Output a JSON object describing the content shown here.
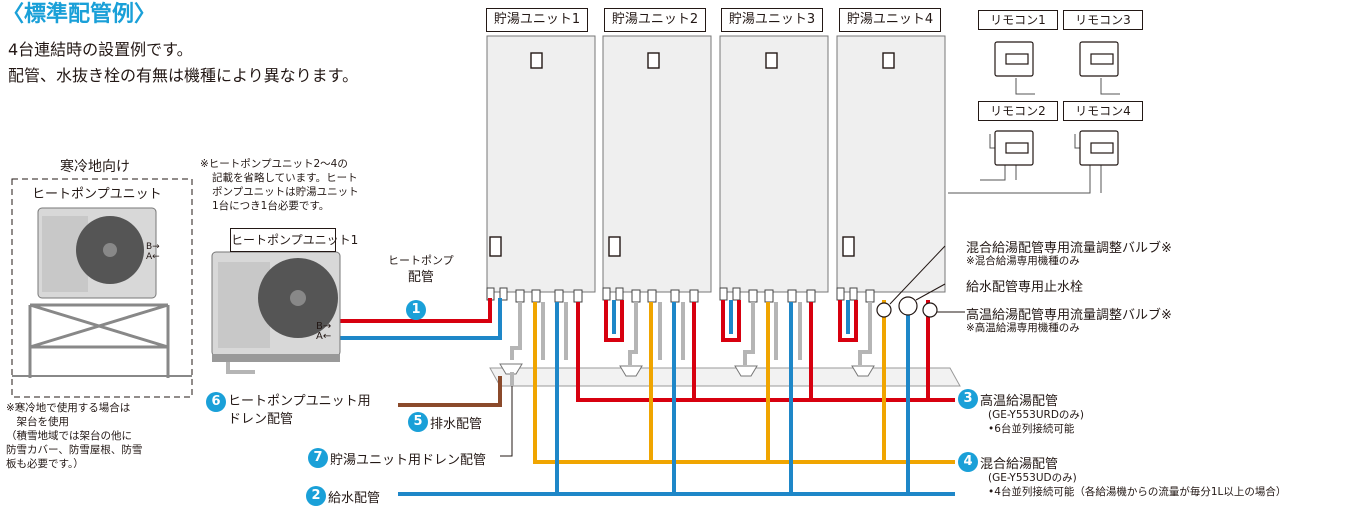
{
  "title": "〈標準配管例〉",
  "intro": [
    "4台連結時の設置例です。",
    "配管、水抜き栓の有無は機種により異なります。"
  ],
  "cold_region": {
    "heading": "寒冷地向け",
    "unit_label": "ヒートポンプユニット",
    "note": [
      "※寒冷地で使用する場合は",
      "　架台を使用",
      "（積雪地域では架台の他に",
      "防雪カバー、防雪屋根、防雪",
      "板も必要です。）"
    ]
  },
  "hp_note": [
    "※ヒートポンプユニット2〜4の",
    "記載を省略しています。ヒート",
    "ポンプユニットは貯湯ユニット",
    "1台につき1台必要です。"
  ],
  "hp_unit_label": "ヒートポンプユニット1",
  "hp_port_b": "B→",
  "hp_port_a": "A←",
  "tanks": [
    "貯湯ユニット1",
    "貯湯ユニット2",
    "貯湯ユニット3",
    "貯湯ユニット4"
  ],
  "remotes": [
    "リモコン1",
    "リモコン3",
    "リモコン2",
    "リモコン4"
  ],
  "pipes": {
    "p1": {
      "num": "1",
      "label": [
        "ヒートポンプ",
        "配管"
      ]
    },
    "p2": {
      "num": "2",
      "label": "給水配管"
    },
    "p3": {
      "num": "3",
      "label": "高温給湯配管",
      "sub": [
        "(GE-Y553URDのみ)",
        "•6台並列接続可能"
      ]
    },
    "p4": {
      "num": "4",
      "label": "混合給湯配管",
      "sub": [
        "(GE-Y553UDのみ)",
        "•4台並列接続可能（各給湯機からの流量が毎分1L以上の場合）"
      ]
    },
    "p5": {
      "num": "5",
      "label": "排水配管"
    },
    "p6": {
      "num": "6",
      "label": [
        "ヒートポンプユニット用",
        "ドレン配管"
      ]
    },
    "p7": {
      "num": "7",
      "label": "貯湯ユニット用ドレン配管"
    }
  },
  "valves": {
    "mix": {
      "label": "混合給湯配管専用流量調整バルブ※",
      "note": "※混合給湯専用機種のみ"
    },
    "stop": {
      "label": "給水配管専用止水栓"
    },
    "high": {
      "label": "高温給湯配管専用流量調整バルブ※",
      "note": "※高温給湯専用機種のみ"
    }
  },
  "colors": {
    "accent": "#1aa0d8",
    "hot": "#d7000f",
    "mix": "#f0a500",
    "cold": "#1e87c8",
    "drain": "#8b4a2b",
    "tank": "#efefef"
  }
}
